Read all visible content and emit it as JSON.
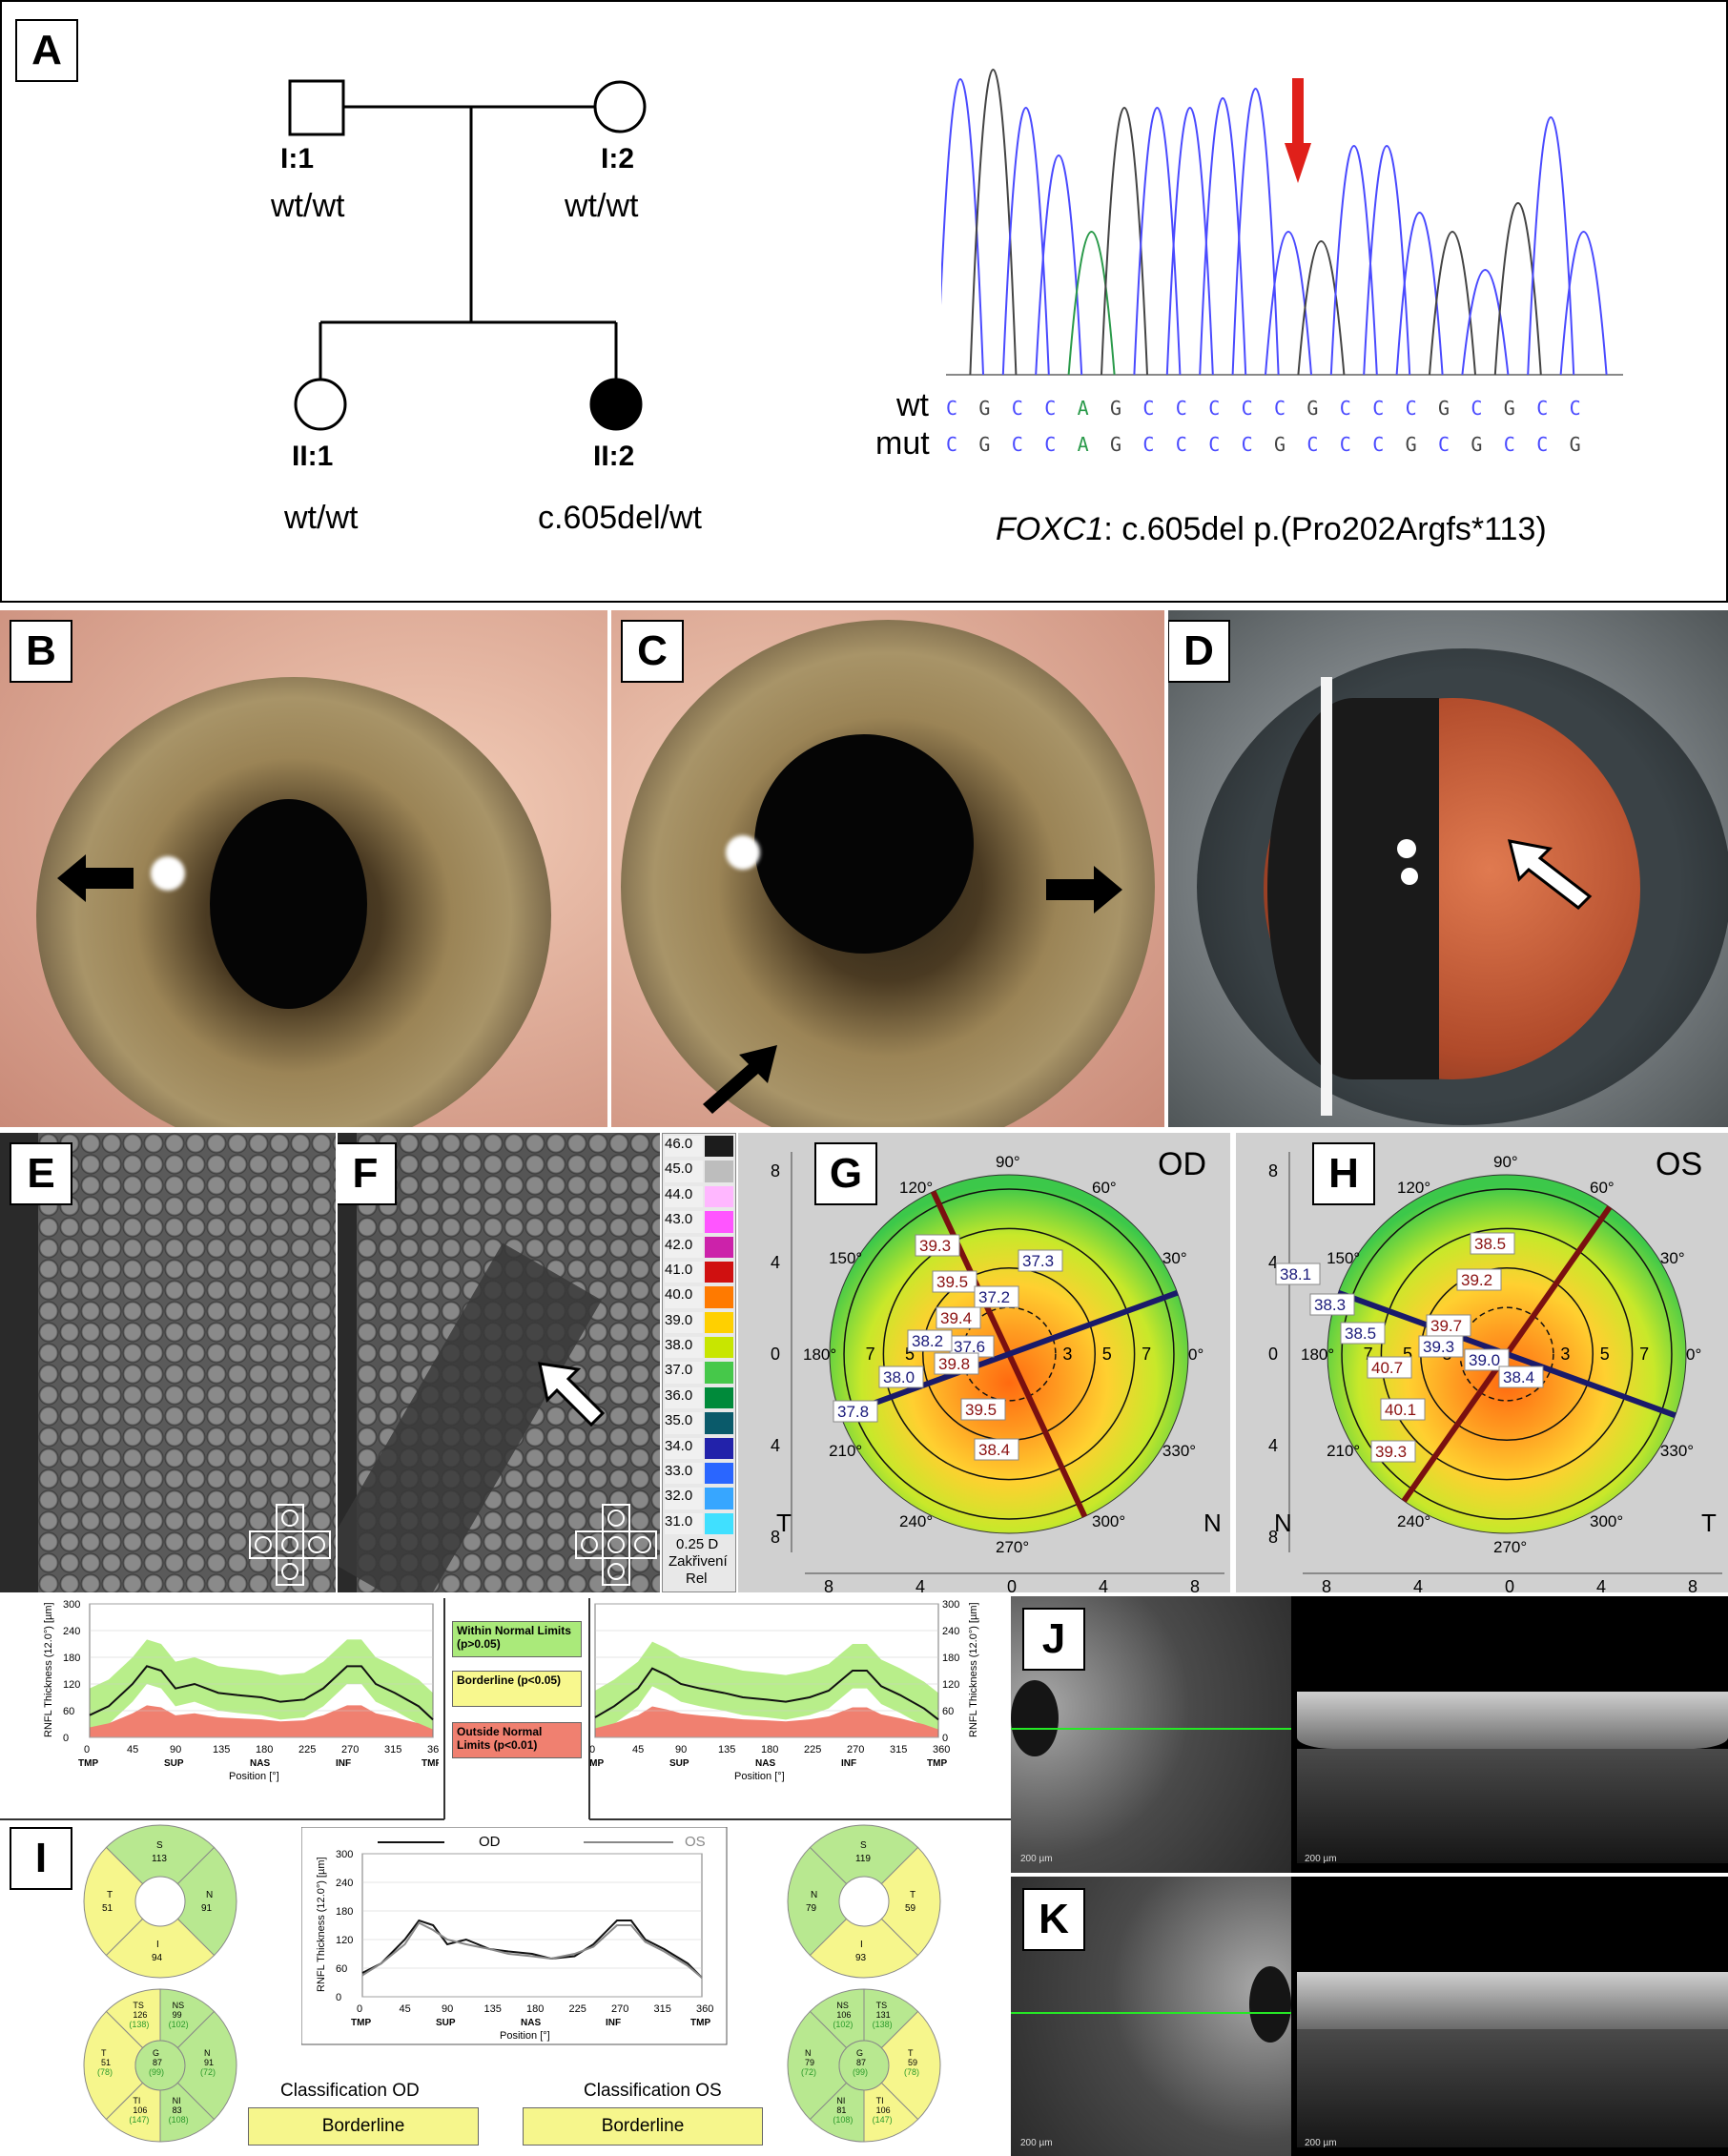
{
  "labels": {
    "A": "A",
    "B": "B",
    "C": "C",
    "D": "D",
    "E": "E",
    "F": "F",
    "G": "G",
    "H": "H",
    "I": "I",
    "J": "J",
    "K": "K"
  },
  "pedigree": {
    "i1_id": "I:1",
    "i1_gt": "wt/wt",
    "i2_id": "I:2",
    "i2_gt": "wt/wt",
    "ii1_id": "II:1",
    "ii1_gt": "wt/wt",
    "ii2_id": "II:2",
    "ii2_gt": "c.605del/wt"
  },
  "sequencing": {
    "wt_label": "wt",
    "mut_label": "mut",
    "wt_seq": [
      "C",
      "G",
      "C",
      "C",
      "A",
      "G",
      "C",
      "C",
      "C",
      "C",
      "C",
      "G",
      "C",
      "C",
      "C",
      "G",
      "C",
      "G",
      "C",
      "C"
    ],
    "mut_seq": [
      "C",
      "G",
      "C",
      "C",
      "A",
      "G",
      "C",
      "C",
      "C",
      "C",
      "G",
      "C",
      "C",
      "C",
      "G",
      "C",
      "G",
      "C",
      "C",
      "G"
    ],
    "gene": "FOXC1",
    "variant": ": c.605del p.(Pro202Argfs*113)",
    "base_colors": {
      "C": "#4a4aff",
      "G": "#444",
      "A": "#2a9a4a"
    }
  },
  "colorscale": {
    "values": [
      "46.0",
      "45.0",
      "44.0",
      "43.0",
      "42.0",
      "41.0",
      "40.0",
      "39.0",
      "38.0",
      "37.0",
      "36.0",
      "35.0",
      "34.0",
      "33.0",
      "32.0",
      "31.0"
    ],
    "colors": [
      "#1c1c1c",
      "#bdbdbd",
      "#ffb7ff",
      "#ff55ff",
      "#cc22aa",
      "#d01010",
      "#ff7a00",
      "#ffd000",
      "#c8e600",
      "#46c84a",
      "#008a3a",
      "#0a5a6a",
      "#2222aa",
      "#2a66ff",
      "#37a6ff",
      "#40e0ff"
    ],
    "step": "0.25 D",
    "mode": "Zakřivení",
    "rel": "Rel"
  },
  "corneal_maps": {
    "od": {
      "eye": "OD",
      "left": "T",
      "right": "N",
      "angles": [
        "90°",
        "60°",
        "30°",
        "0°",
        "330°",
        "300°",
        "270°",
        "240°",
        "210°",
        "180°",
        "150°",
        "120°"
      ],
      "values": [
        "39.3",
        "39.5",
        "39.4",
        "37.6",
        "37.2",
        "37.3",
        "38.2",
        "38.0",
        "37.8",
        "39.8",
        "39.5",
        "38.4"
      ]
    },
    "os": {
      "eye": "OS",
      "left": "N",
      "right": "T",
      "angles": [
        "90°",
        "60°",
        "30°",
        "0°",
        "330°",
        "300°",
        "270°",
        "240°",
        "210°",
        "180°",
        "150°",
        "120°"
      ],
      "values": [
        "38.1",
        "38.3",
        "38.5",
        "39.2",
        "38.5",
        "39.7",
        "39.3",
        "39.0",
        "38.4",
        "40.7",
        "40.1",
        "39.3"
      ]
    },
    "axis_ticks_y": [
      "8",
      "4",
      "0",
      "4",
      "8"
    ],
    "axis_ticks_x": [
      "8",
      "4",
      "0",
      "4",
      "8"
    ],
    "ring_labels": [
      "7",
      "5",
      "3",
      "3",
      "5",
      "7"
    ]
  },
  "rnfl": {
    "y_label": "RNFL Thickness (12.0°) [µm]",
    "x_label": "Position [°]",
    "y_ticks": [
      "300",
      "240",
      "180",
      "120",
      "60",
      "0"
    ],
    "x_ticks": [
      "0",
      "45",
      "90",
      "135",
      "180",
      "225",
      "270",
      "315",
      "360"
    ],
    "sectors": [
      "TMP",
      "SUP",
      "NAS",
      "INF",
      "TMP"
    ],
    "legend": {
      "wnl": "Within Normal Limits (p>0.05)",
      "borderline": "Borderline (p<0.05)",
      "onl": "Outside Normal Limits (p<0.01)"
    },
    "compare": {
      "od": "OD",
      "os": "OS"
    },
    "od_sectors": {
      "S": "113",
      "T": "51",
      "N": "91",
      "I": "94"
    },
    "os_sectors": {
      "S": "119",
      "N": "79",
      "T": "59",
      "I": "93"
    },
    "od_detail": [
      [
        "TS",
        "126",
        "(138)"
      ],
      [
        "NS",
        "99",
        "(102)"
      ],
      [
        "T",
        "51",
        "(78)"
      ],
      [
        "G",
        "87",
        "(99)"
      ],
      [
        "N",
        "91",
        "(72)"
      ],
      [
        "TI",
        "106",
        "(147)"
      ],
      [
        "NI",
        "83",
        "(108)"
      ]
    ],
    "os_detail": [
      [
        "NS",
        "106",
        "(102)"
      ],
      [
        "TS",
        "131",
        "(138)"
      ],
      [
        "N",
        "79",
        "(72)"
      ],
      [
        "G",
        "87",
        "(99)"
      ],
      [
        "T",
        "59",
        "(78)"
      ],
      [
        "NI",
        "81",
        "(108)"
      ],
      [
        "TI",
        "106",
        "(147)"
      ]
    ],
    "class_od_title": "Classification OD",
    "class_os_title": "Classification OS",
    "class_od": "Borderline",
    "class_os": "Borderline"
  },
  "oct": {
    "scale": "200 µm"
  },
  "chart_data": {
    "type": "line",
    "title": "",
    "xlabel": "Position [°]",
    "ylabel": "RNFL Thickness (12.0°) [µm]",
    "xlim": [
      0,
      360
    ],
    "ylim": [
      0,
      300
    ],
    "x": [
      0,
      20,
      45,
      60,
      75,
      90,
      110,
      135,
      155,
      180,
      200,
      225,
      245,
      270,
      285,
      300,
      320,
      345,
      360
    ],
    "series": [
      {
        "name": "OD",
        "values": [
          50,
          70,
          120,
          160,
          150,
          110,
          120,
          100,
          95,
          90,
          80,
          85,
          110,
          160,
          160,
          120,
          100,
          70,
          40
        ]
      },
      {
        "name": "OS",
        "values": [
          45,
          70,
          110,
          155,
          140,
          120,
          110,
          100,
          90,
          85,
          80,
          90,
          105,
          150,
          150,
          115,
          95,
          65,
          40
        ]
      }
    ]
  }
}
